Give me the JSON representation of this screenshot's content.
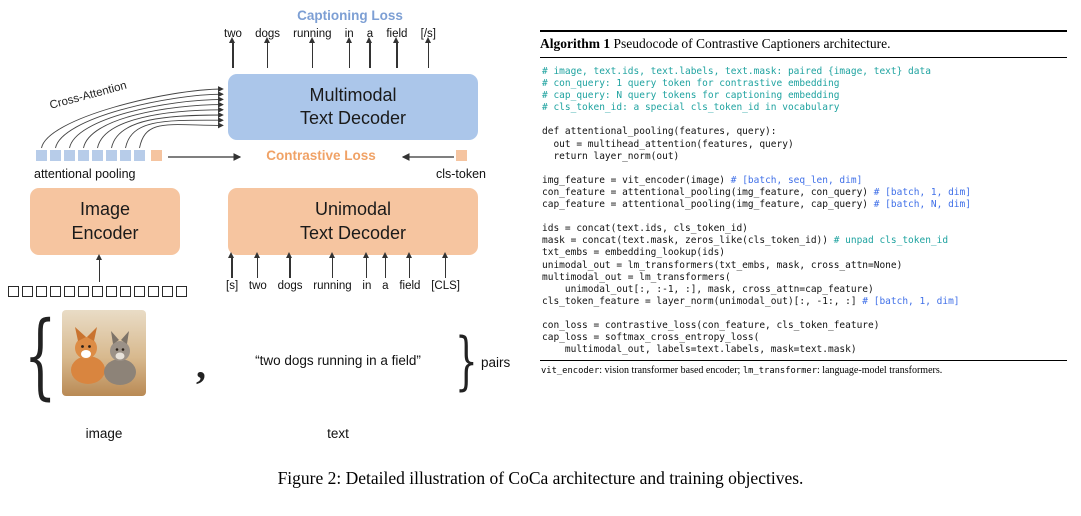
{
  "figure": {
    "caption": "Figure 2: Detailed illustration of CoCa architecture and training objectives."
  },
  "diagram": {
    "captioning_loss_label": "Captioning Loss",
    "contrastive_loss_label": "Contrastive Loss",
    "cross_attention_label": "Cross-Attention",
    "attentional_pooling_label": "attentional pooling",
    "cls_token_label": "cls-token",
    "boxes": {
      "multimodal": {
        "line1": "Multimodal",
        "line2": "Text Decoder"
      },
      "unimodal": {
        "line1": "Unimodal",
        "line2": "Text Decoder"
      },
      "image_encoder": {
        "line1": "Image",
        "line2": "Encoder"
      }
    },
    "output_tokens": [
      "two",
      "dogs",
      "running",
      "in",
      "a",
      "field",
      "[/s]"
    ],
    "input_tokens": [
      "[s]",
      "two",
      "dogs",
      "running",
      "in",
      "a",
      "field",
      "[CLS]"
    ],
    "attentional_pooling_square_count": 8,
    "image_patch_square_count": 13,
    "pair_text": "“two dogs running in a field”",
    "comma": ",",
    "brace_left": "{",
    "brace_right": "}",
    "pairs_label": "pairs",
    "image_label": "image",
    "text_label": "text",
    "colors": {
      "decoder_blue": "#abc6ea",
      "encoder_orange": "#f6c5a0",
      "captioning_loss_text": "#7d9fd4",
      "contrastive_loss_text": "#f0a266",
      "square_blue": "#b7cce9",
      "square_orange": "#f5c4a0"
    }
  },
  "algorithm": {
    "title_bold": "Algorithm 1",
    "title_rest": " Pseudocode of Contrastive Captioners architecture.",
    "comment_color": "#1fa3a0",
    "annotation_color": "#4070e8",
    "lines": [
      [
        {
          "t": "# image, text.ids, text.labels, text.mask: paired {image, text} data",
          "c": "c"
        }
      ],
      [
        {
          "t": "# con_query: 1 query token for contrastive embedding",
          "c": "c"
        }
      ],
      [
        {
          "t": "# cap_query: N query tokens for captioning embedding",
          "c": "c"
        }
      ],
      [
        {
          "t": "# cls_token_id: a special cls_token_id in vocabulary",
          "c": "c"
        }
      ],
      [],
      [
        {
          "t": "def attentional_pooling(features, query):",
          "c": "k"
        }
      ],
      [
        {
          "t": "  out = multihead_attention(features, query)",
          "c": "k"
        }
      ],
      [
        {
          "t": "  return layer_norm(out)",
          "c": "k"
        }
      ],
      [],
      [
        {
          "t": "img_feature = vit_encoder(image) ",
          "c": "k"
        },
        {
          "t": "# [batch, seq_len, dim]",
          "c": "b"
        }
      ],
      [
        {
          "t": "con_feature = attentional_pooling(img_feature, con_query) ",
          "c": "k"
        },
        {
          "t": "# [batch, 1, dim]",
          "c": "b"
        }
      ],
      [
        {
          "t": "cap_feature = attentional_pooling(img_feature, cap_query) ",
          "c": "k"
        },
        {
          "t": "# [batch, N, dim]",
          "c": "b"
        }
      ],
      [],
      [
        {
          "t": "ids = concat(text.ids, cls_token_id)",
          "c": "k"
        }
      ],
      [
        {
          "t": "mask = concat(text.mask, zeros_like(cls_token_id)) ",
          "c": "k"
        },
        {
          "t": "# unpad cls_token_id",
          "c": "c"
        }
      ],
      [
        {
          "t": "txt_embs = embedding_lookup(ids)",
          "c": "k"
        }
      ],
      [
        {
          "t": "unimodal_out = lm_transformers(txt_embs, mask, cross_attn=None)",
          "c": "k"
        }
      ],
      [
        {
          "t": "multimodal_out = lm_transformers(",
          "c": "k"
        }
      ],
      [
        {
          "t": "    unimodal_out[:, :-1, :], mask, cross_attn=cap_feature)",
          "c": "k"
        }
      ],
      [
        {
          "t": "cls_token_feature = layer_norm(unimodal_out)[:, -1:, :] ",
          "c": "k"
        },
        {
          "t": "# [batch, 1, dim]",
          "c": "b"
        }
      ],
      [],
      [
        {
          "t": "con_loss = contrastive_loss(con_feature, cls_token_feature)",
          "c": "k"
        }
      ],
      [
        {
          "t": "cap_loss = softmax_cross_entropy_loss(",
          "c": "k"
        }
      ],
      [
        {
          "t": "    multimodal_out, labels=text.labels, mask=text.mask)",
          "c": "k"
        }
      ]
    ],
    "footnote": [
      {
        "t": "vit_encoder",
        "c": "m"
      },
      {
        "t": ": vision transformer based encoder; ",
        "c": "s"
      },
      {
        "t": "lm_transformer",
        "c": "m"
      },
      {
        "t": ": language-model transformers.",
        "c": "s"
      }
    ]
  }
}
